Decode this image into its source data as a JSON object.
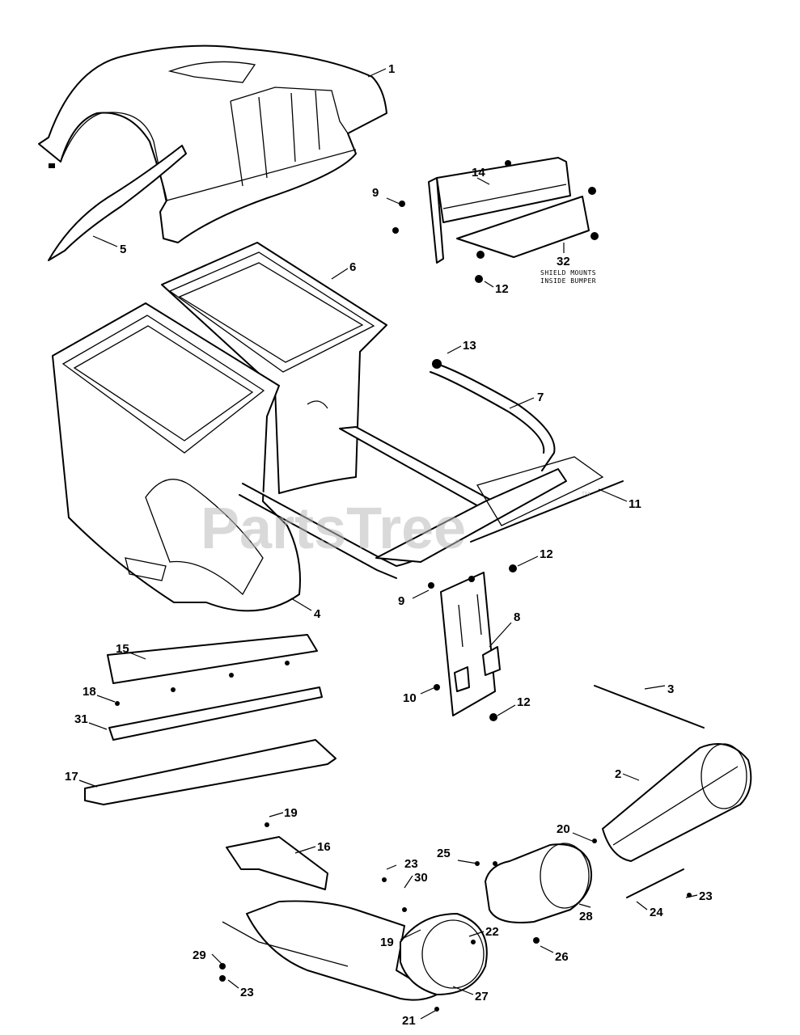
{
  "watermark": {
    "text": "PartsTree",
    "trademark": "™"
  },
  "note": {
    "line1": "SHIELD MOUNTS",
    "line2": "INSIDE BUMPER"
  },
  "labels": {
    "p1": "1",
    "p2": "2",
    "p3": "3",
    "p4": "4",
    "p5": "5",
    "p6": "6",
    "p7": "7",
    "p8": "8",
    "p9a": "9",
    "p9b": "9",
    "p10": "10",
    "p11": "11",
    "p12a": "12",
    "p12b": "12",
    "p12c": "12",
    "p13": "13",
    "p14": "14",
    "p15": "15",
    "p16": "16",
    "p17": "17",
    "p18": "18",
    "p19a": "19",
    "p19b": "19",
    "p20": "20",
    "p21": "21",
    "p22": "22",
    "p23a": "23",
    "p23b": "23",
    "p23c": "23",
    "p24": "24",
    "p25": "25",
    "p26": "26",
    "p27": "27",
    "p28": "28",
    "p29": "29",
    "p30": "30",
    "p31": "31",
    "p32": "32"
  }
}
